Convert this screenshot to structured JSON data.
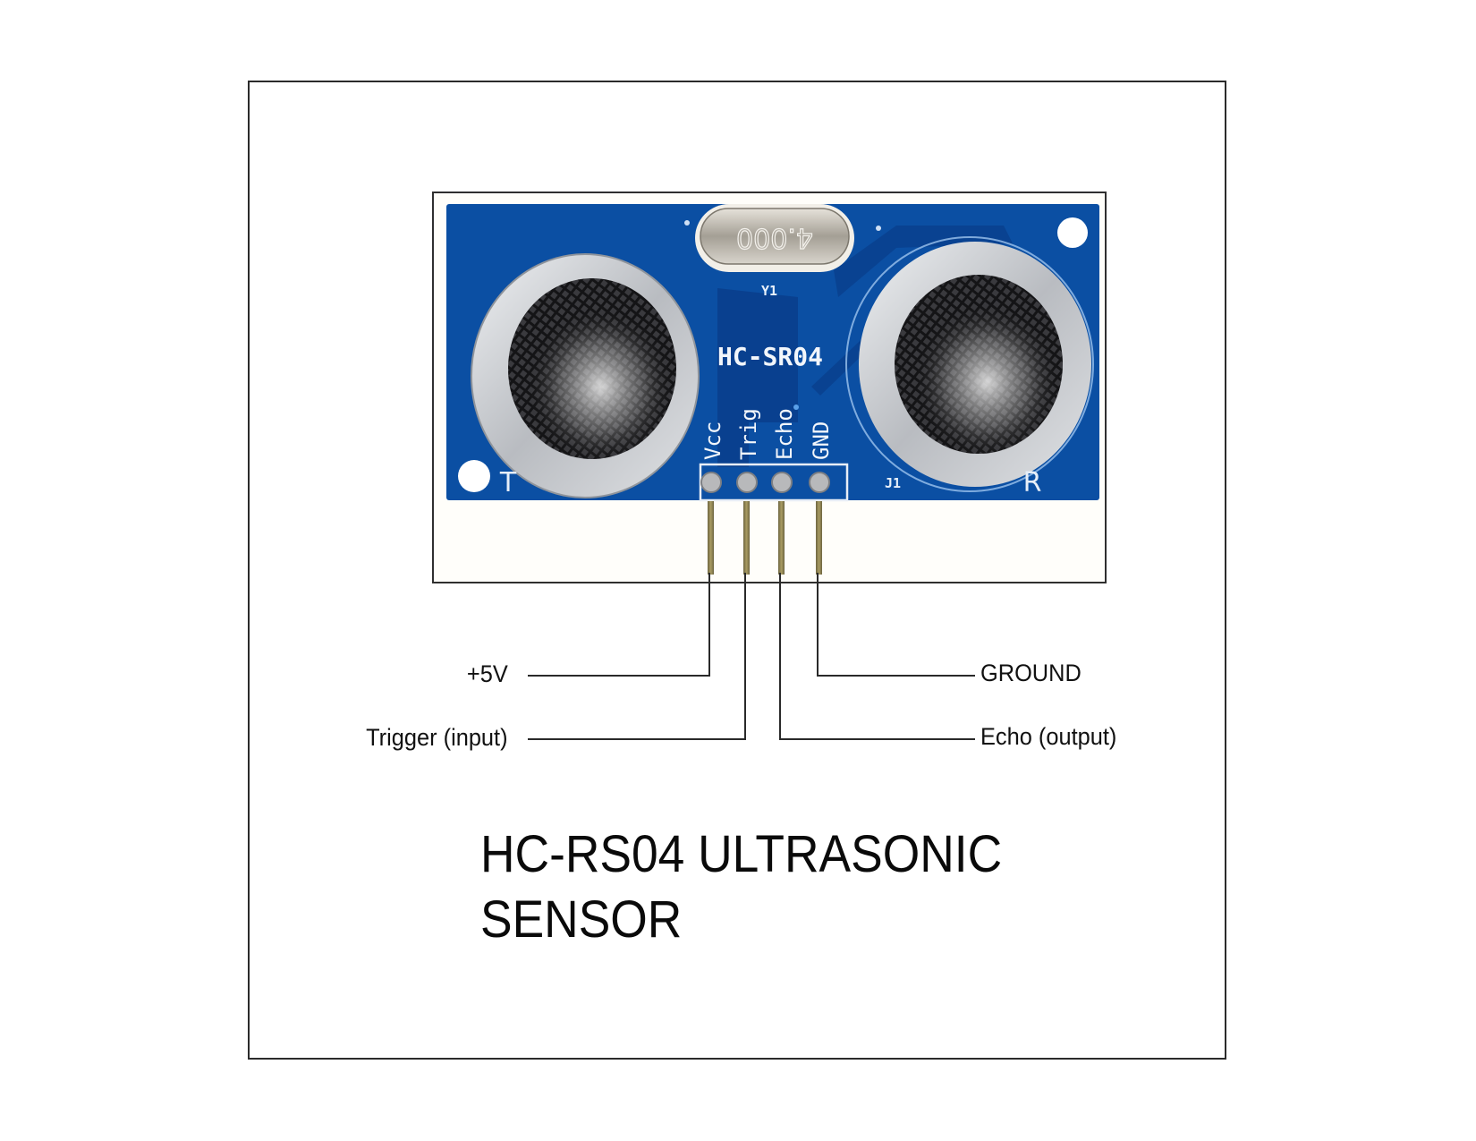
{
  "diagram": {
    "title_line1": "HC-RS04 ULTRASONIC",
    "title_line2": "SENSOR",
    "board": {
      "model_silkscreen": "HC-SR04",
      "crystal_marking": "4.000",
      "crystal_ref": "Y1",
      "header_ref": "J1",
      "transmitter_marker": "T",
      "receiver_marker": "R",
      "header_pins": [
        "Vcc",
        "Trig",
        "Echo",
        "GND"
      ],
      "colors": {
        "pcb_blue": "#0b4fa3",
        "pcb_dark_blue": "#083b86",
        "metal_ring": "#c9cbcf",
        "mesh_dark": "#1a1a1c",
        "pin_gold": "#8c8150"
      }
    },
    "connections": [
      {
        "pin": "Vcc",
        "label": "+5V",
        "side": "left"
      },
      {
        "pin": "Trig",
        "label": "Trigger (input)",
        "side": "left"
      },
      {
        "pin": "Echo",
        "label": "Echo (output)",
        "side": "right"
      },
      {
        "pin": "GND",
        "label": "GROUND",
        "side": "right"
      }
    ]
  }
}
